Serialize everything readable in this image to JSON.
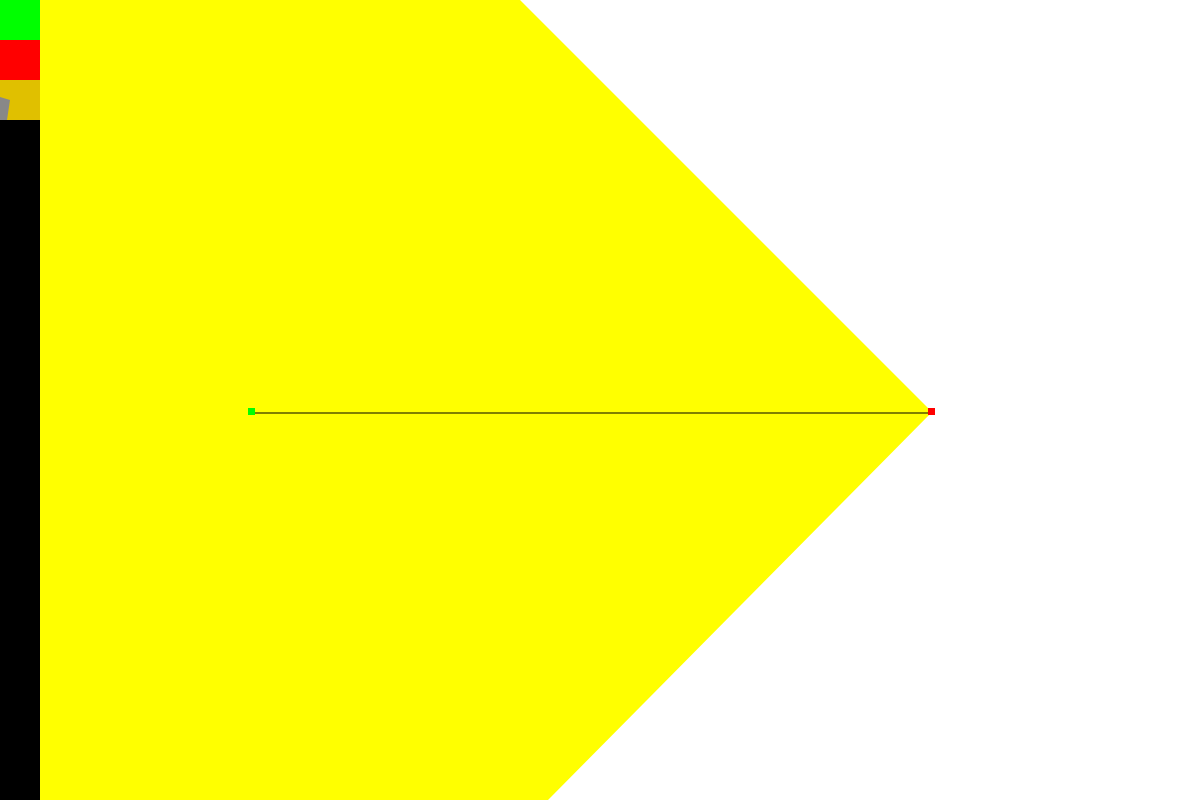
{
  "colors": {
    "background": "#ffffff",
    "toolbar": "#000000",
    "green": "#00ff00",
    "red": "#ff0000",
    "yellow_tool": "#e0c000",
    "wedge_fill": "#ffff00",
    "tool_marker": "#888888",
    "ray_line": "#000000"
  },
  "toolbar": {
    "tools": [
      {
        "name": "green-tool",
        "color": "#00ff00"
      },
      {
        "name": "red-tool",
        "color": "#ff0000"
      },
      {
        "name": "yellow-tool",
        "color": "#e0c000",
        "selected": true
      }
    ]
  },
  "scene": {
    "shape": "yellow wedge pointing right",
    "start_marker": "green",
    "end_marker": "red"
  }
}
